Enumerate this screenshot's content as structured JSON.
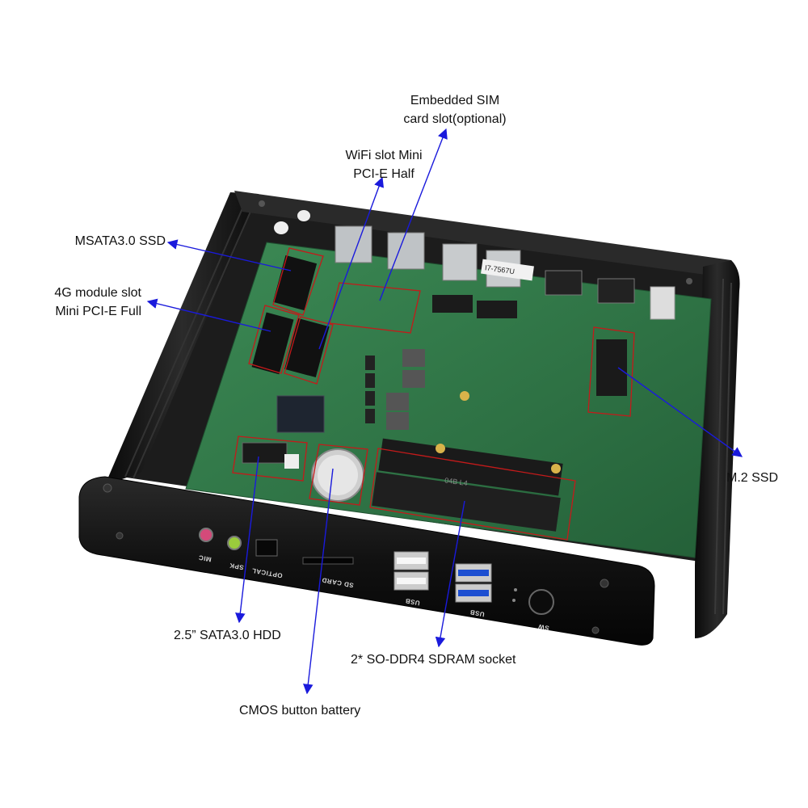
{
  "callouts": {
    "embedded_sim": [
      "Embedded SIM",
      "card slot(optional)"
    ],
    "wifi_slot": [
      "WiFi slot Mini",
      "PCI-E Half"
    ],
    "msata": [
      "MSATA3.0 SSD"
    ],
    "module_4g": [
      "4G module slot",
      "Mini PCI-E Full"
    ],
    "m2_ssd": [
      "M.2 SSD"
    ],
    "sata_hdd": [
      "2.5” SATA3.0 HDD"
    ],
    "ddr4": [
      "2* SO-DDR4 SDRAM socket"
    ],
    "cmos": [
      "CMOS button battery"
    ]
  },
  "ports": {
    "mic": "MIC",
    "spk": "SPK",
    "optical": "OPTICAL",
    "sd_card": "SD CARD",
    "usb_left": "USB",
    "usb_right": "USB",
    "sw": "SW"
  },
  "board_labels": {
    "cpu_label": "I7-7567U",
    "ram_label": "04B L4"
  },
  "colors": {
    "arrow": "#1a1adc",
    "highlight": "#c41a1a",
    "pcb": "#2f7a46",
    "case": "#141414",
    "usb3": "#1d4fd1"
  }
}
